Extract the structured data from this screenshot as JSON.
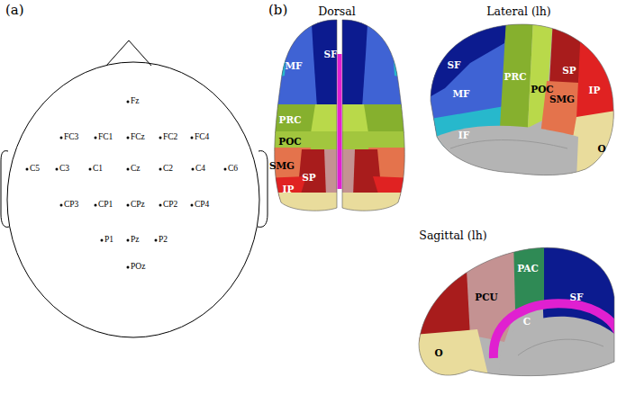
{
  "diagram": {
    "labels": [
      "(a)",
      "(b)",
      "Fz",
      "FC3",
      "FC1",
      "FCz",
      "FC2",
      "FC4",
      "C5",
      "C3",
      "C1",
      "Cz",
      "C2",
      "C4",
      "C6",
      "CP3",
      "CP1",
      "CPz",
      "CP2",
      "CP4",
      "P1",
      "Pz",
      "P2",
      "POz",
      "Dorsal",
      "Lateral (lh)",
      "Sagittal (lh)",
      "MF",
      "SF",
      "PRC",
      "POC",
      "SMG",
      "SP",
      "IP",
      "SF",
      "MF",
      "PRC",
      "POC",
      "SP",
      "SMG",
      "IP",
      "IF",
      "O",
      "PAC",
      "SF",
      "PCU",
      "C",
      "O"
    ]
  }
}
